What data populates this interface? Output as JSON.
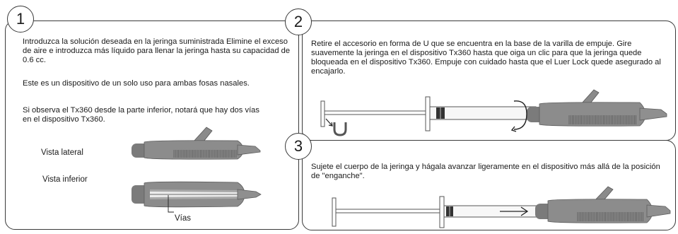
{
  "steps": [
    {
      "number": "1",
      "paragraph1": "Introduzca la solución deseada en la jeringa suministrada Elimine el exceso de aire e introduzca más líquido para llenar la jeringa hasta su capacidad de 0.6 cc.",
      "paragraph2": "Este es un dispositivo de un solo uso para ambas fosas nasales.",
      "paragraph3": "Si observa el Tx360 desde la parte inferior, notará que hay dos vías en el dispositivo Tx360.",
      "label_side": "Vista lateral",
      "label_bottom": "Vista inferior",
      "label_channels": "Vías"
    },
    {
      "number": "2",
      "text": "Retire el accesorio en forma de U que se encuentra en la base de la varilla de empuje. Gire suavemente la jeringa en el dispositivo Tx360 hasta que oiga un clic para que la jeringa quede bloqueada en el dispositivo Tx360. Empuje con cuidado hasta que el Luer Lock quede asegurado al encajarlo."
    },
    {
      "number": "3",
      "text": "Sujete el cuerpo de la jeringa y hágala avanzar ligeramente en el dispositivo más allá de la posición de \"enganche\"."
    }
  ]
}
